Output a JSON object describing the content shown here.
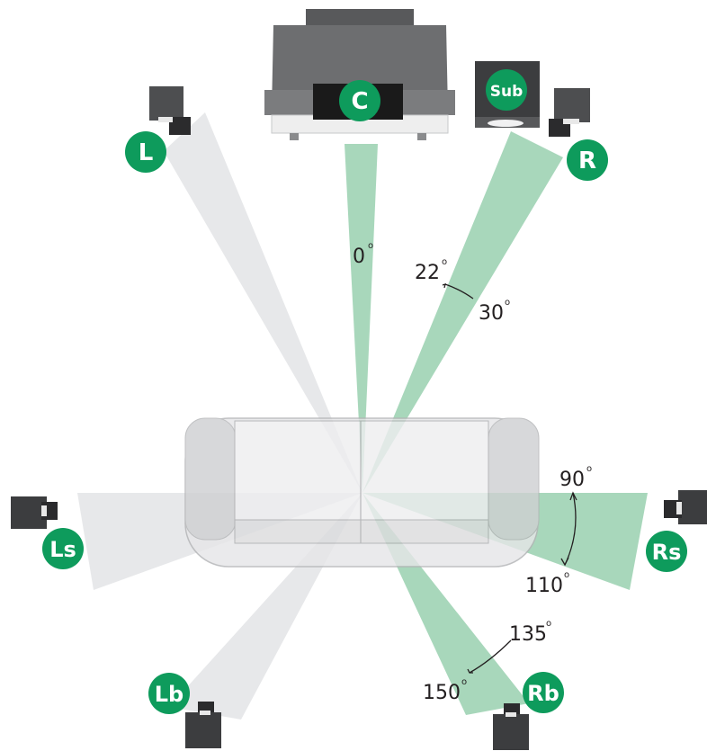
{
  "colors": {
    "accent_green": "#0e9b5c",
    "beam_green": "#9fd3b4",
    "beam_gray": "#e7e8ea",
    "speaker_dark": "#3c3d3f",
    "couch_gray": "#d9dadc",
    "tv_gray": "#6d6e70"
  },
  "speakers": {
    "center": "C",
    "left": "L",
    "right": "R",
    "subwoofer": "Sub",
    "left_surround": "Ls",
    "right_surround": "Rs",
    "left_back": "Lb",
    "right_back": "Rb"
  },
  "angles": {
    "center": "0",
    "front_min": "22",
    "front_max": "30",
    "surround_min": "90",
    "surround_max": "110",
    "back_min": "135",
    "back_max": "150",
    "degree_mark": "o"
  },
  "icons": {
    "speaker": "speaker-icon",
    "tv": "tv-icon",
    "couch": "couch-icon",
    "subwoofer": "subwoofer-icon"
  }
}
